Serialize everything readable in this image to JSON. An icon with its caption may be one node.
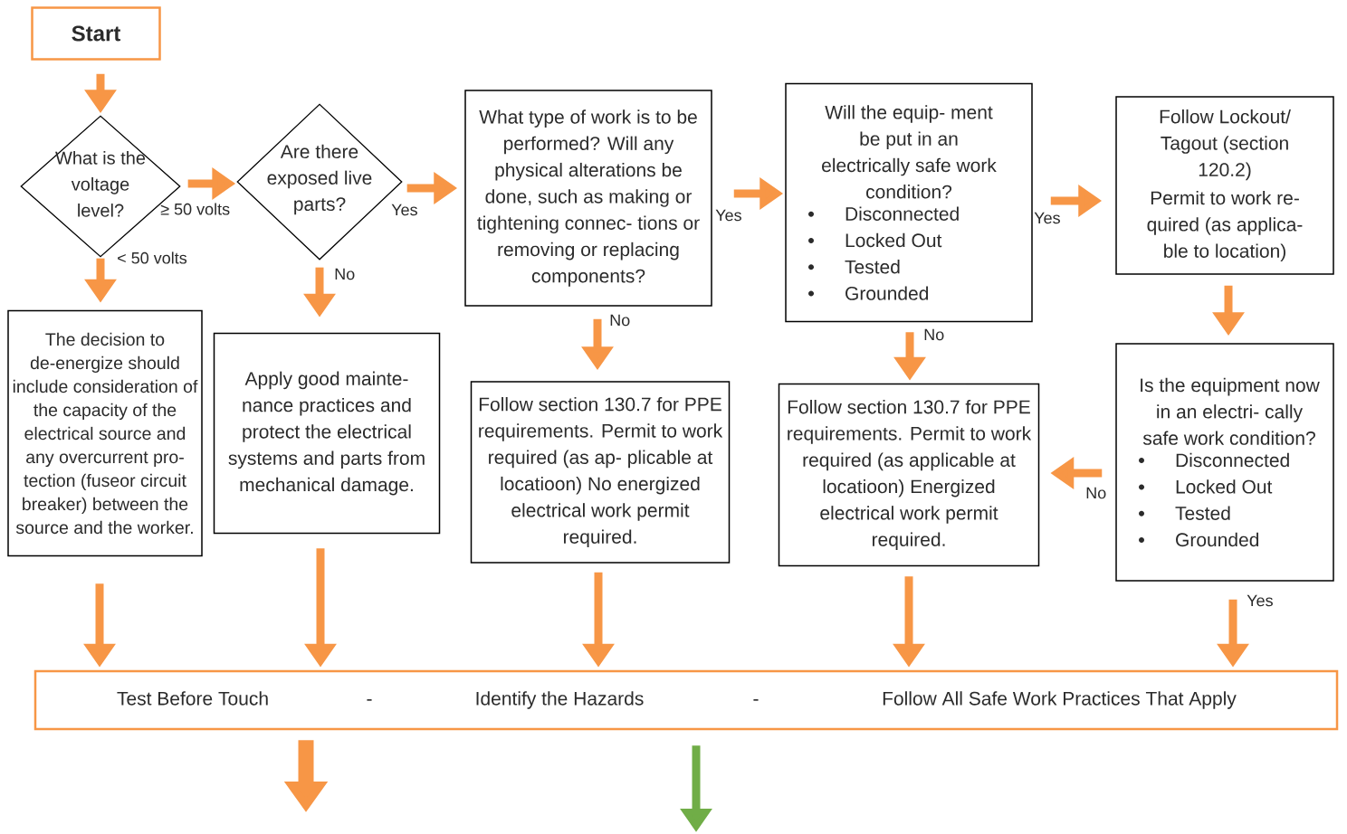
{
  "diagram": {
    "nodes": [
      {
        "text": [
          "Start"
        ]
      },
      {
        "text": [
          "What is the voltage level?"
        ]
      },
      {
        "text": [
          "Are there exposed live parts?"
        ]
      },
      {
        "text": [
          "What type of work is to be performed? Will any physical alterations be done, such as making or tightening connec- tions or removing or replacing components?"
        ]
      },
      {
        "text": [
          "Will the equip- ment be put in an electrically safe work condition?",
          "Disconnected",
          "Locked Out",
          "Tested",
          "Grounded"
        ]
      },
      {
        "text": [
          "Follow Lockout/ Tagout (section 120.2)",
          "Permit to work re- quired (as applica- ble to location)"
        ]
      },
      {
        "text": [
          "The decision to de-energize should include consideration of the capacity of the electrical source and any overcurrent pro- tection (fuseor circuit breaker) between the source and the worker."
        ]
      },
      {
        "text": [
          "Apply good mainte- nance practices and protect the electrical systems and parts from mechanical damage."
        ]
      },
      {
        "text": [
          "Follow section 130.7 for PPE requirements. Permit to work required (as ap- plicable at locatioon) No energized electrical work permit required."
        ]
      },
      {
        "text": [
          "Follow section 130.7 for PPE requirements. Permit to work required (as applicable at locatioon) Energized electrical work permit required."
        ]
      },
      {
        "text": [
          "Is the equipment now in an electri- cally safe work condition?",
          "Disconnected",
          "Locked Out",
          "Tested",
          "Grounded"
        ]
      },
      {
        "text": [
          "Test Before Touch",
          "-",
          "Identify the Hazards",
          "-",
          "Follow All Safe Work Practices That Apply"
        ]
      }
    ],
    "edges": [
      {
        "from": 0,
        "to": 1,
        "arrow": "to"
      },
      {
        "from": 1,
        "to": 2,
        "arrow": "to",
        "label": "≥ 50 volts"
      },
      {
        "from": 1,
        "to": 6,
        "arrow": "to",
        "label": "< 50 volts"
      },
      {
        "from": 2,
        "to": 3,
        "arrow": "to",
        "label": "Yes"
      },
      {
        "from": 2,
        "to": 7,
        "arrow": "to",
        "label": "No"
      },
      {
        "from": 3,
        "to": 4,
        "arrow": "to",
        "label": "Yes"
      },
      {
        "from": 3,
        "to": 8,
        "arrow": "to",
        "label": "No"
      },
      {
        "from": 4,
        "to": 5,
        "arrow": "to",
        "label": "Yes"
      },
      {
        "from": 4,
        "to": 9,
        "arrow": "to",
        "label": "No"
      },
      {
        "from": 5,
        "to": 10,
        "arrow": "to"
      },
      {
        "from": 10,
        "to": 9,
        "arrow": "to",
        "label": "No"
      },
      {
        "from": 10,
        "to": 11,
        "arrow": "to",
        "label": "Yes"
      },
      {
        "from": 6,
        "to": 11,
        "arrow": "to"
      },
      {
        "from": 7,
        "to": 11,
        "arrow": "to"
      },
      {
        "from": 8,
        "to": 11,
        "arrow": "to"
      },
      {
        "from": 9,
        "to": 11,
        "arrow": "to"
      },
      {
        "from": 11,
        "to": null,
        "arrow": "to",
        "style": "thick"
      },
      {
        "from": 11,
        "to": null,
        "arrow": "to",
        "color": "#70ad47"
      }
    ]
  }
}
